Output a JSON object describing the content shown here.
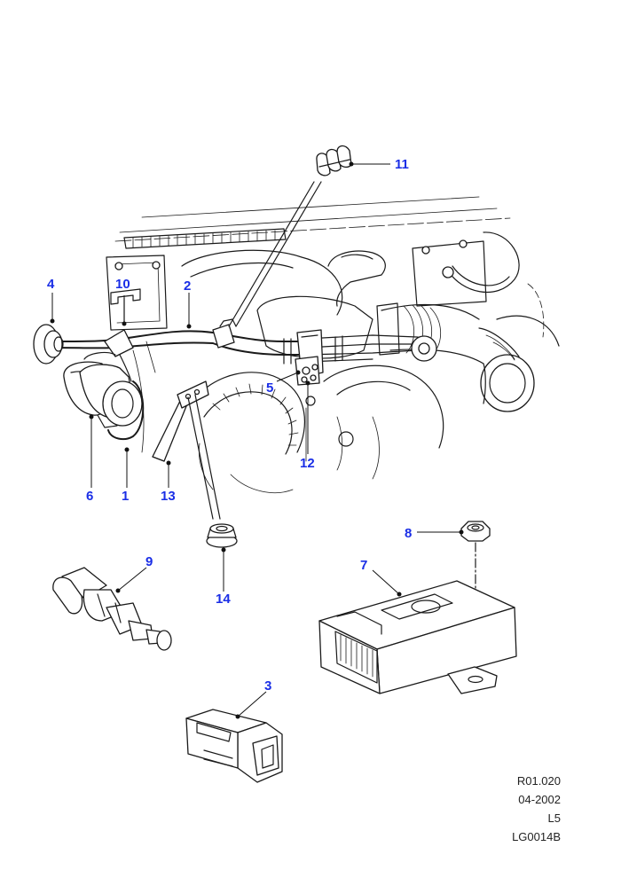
{
  "callouts": [
    {
      "id": "c1",
      "label": "1"
    },
    {
      "id": "c2",
      "label": "2"
    },
    {
      "id": "c3",
      "label": "3"
    },
    {
      "id": "c4",
      "label": "4"
    },
    {
      "id": "c5",
      "label": "5"
    },
    {
      "id": "c6",
      "label": "6"
    },
    {
      "id": "c7",
      "label": "7"
    },
    {
      "id": "c8",
      "label": "8"
    },
    {
      "id": "c9",
      "label": "9"
    },
    {
      "id": "c10",
      "label": "10"
    },
    {
      "id": "c11",
      "label": "11"
    },
    {
      "id": "c12",
      "label": "12"
    },
    {
      "id": "c13",
      "label": "13"
    },
    {
      "id": "c14",
      "label": "14"
    }
  ],
  "reference": {
    "line1": "R01.020",
    "line2": "04-2002",
    "line3": "L5",
    "line4": "LG0014B"
  },
  "colors": {
    "callout": "#1a2ee6",
    "linework": "#1a1a1a"
  }
}
